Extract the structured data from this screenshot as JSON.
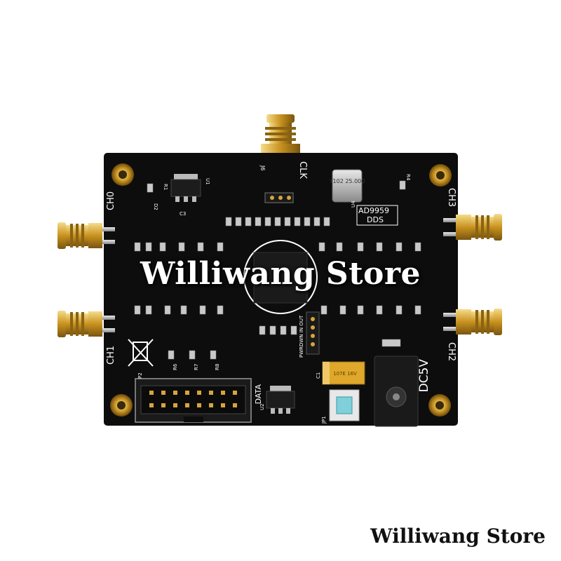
{
  "silkscreen": {
    "ch0": "CH0",
    "ch1": "CH1",
    "ch2": "CH2",
    "ch3": "CH3",
    "clk": "CLK",
    "chip": "AD9959",
    "dds": "DDS",
    "dc5v": "DC5V",
    "data": "DATA",
    "j6": "J6",
    "r1": "R1",
    "u1": "U1",
    "u2": "U2",
    "u4": "U4",
    "d2": "D2",
    "c3": "C3",
    "r4": "R4",
    "r6": "R6",
    "r7": "R7",
    "r8": "R8",
    "jp1": "JP1",
    "c1": "C1",
    "p2": "P2",
    "pwrdwn": "PWRDWN IN OUT"
  },
  "crystal_marking": "Y102 25.000",
  "capacitor_marking": "107E 16V",
  "watermark": "Williwang Store",
  "store_label": "Williwang Store",
  "colors": {
    "pcb": "#0d0d0d",
    "gold": "#d6a53a",
    "background": "#ffffff"
  }
}
